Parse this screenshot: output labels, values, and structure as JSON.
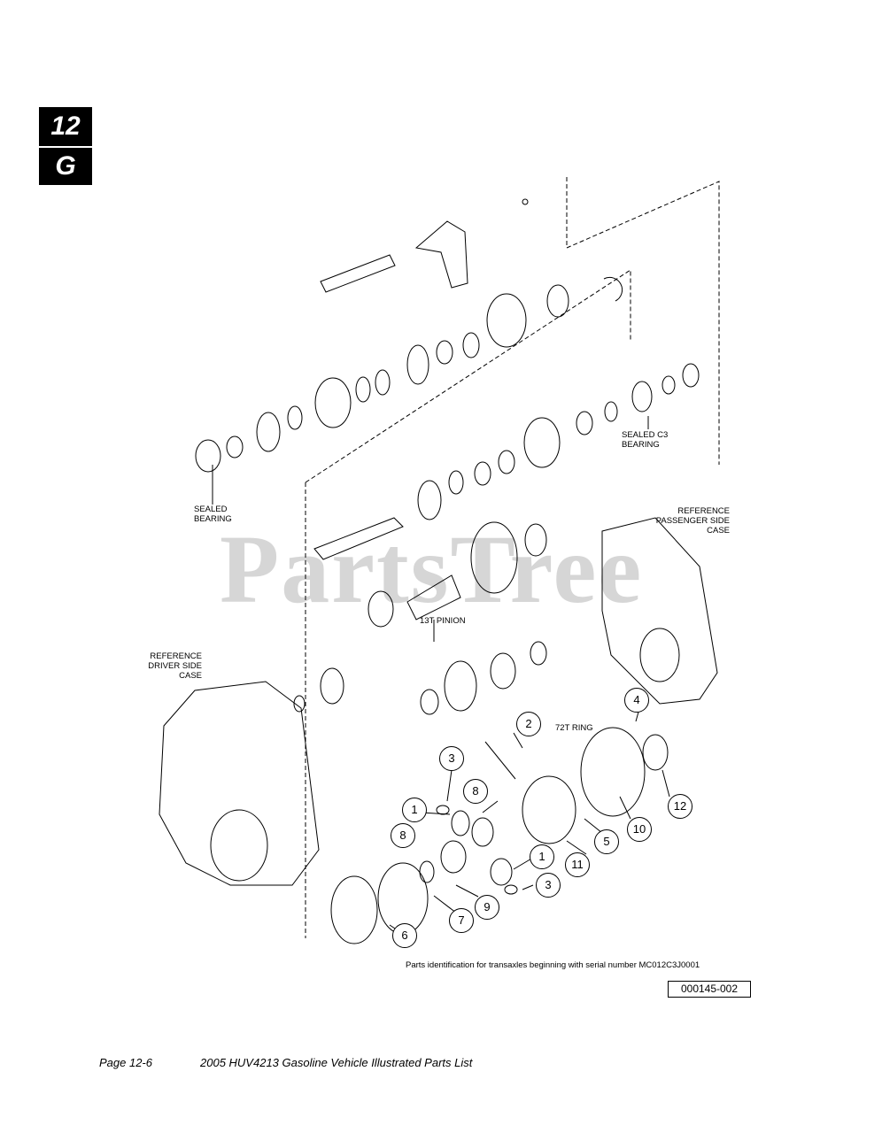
{
  "tabs": {
    "chapter": "12",
    "letter": "G"
  },
  "watermark": "PartsTree",
  "labels": {
    "sealed_bearing": [
      "SEALED",
      "BEARING"
    ],
    "sealed_c3_bearing": [
      "SEALED C3",
      "BEARING"
    ],
    "ref_passenger": [
      "REFERENCE",
      "PASSENGER SIDE",
      "CASE"
    ],
    "ref_driver": [
      "REFERENCE",
      "DRIVER SIDE",
      "CASE"
    ],
    "pinion": "13T PINION",
    "ring": "72T RING"
  },
  "callouts": [
    "2",
    "3",
    "4",
    "8",
    "1",
    "12",
    "10",
    "5",
    "11",
    "1",
    "8",
    "9",
    "3",
    "7",
    "6"
  ],
  "caption": "Parts identification for transaxles beginning with serial number MC012C3J0001",
  "figure_number": "000145-002",
  "footer": {
    "page": "Page 12-6",
    "title": "2005 HUV4213 Gasoline Vehicle Illustrated Parts List"
  }
}
